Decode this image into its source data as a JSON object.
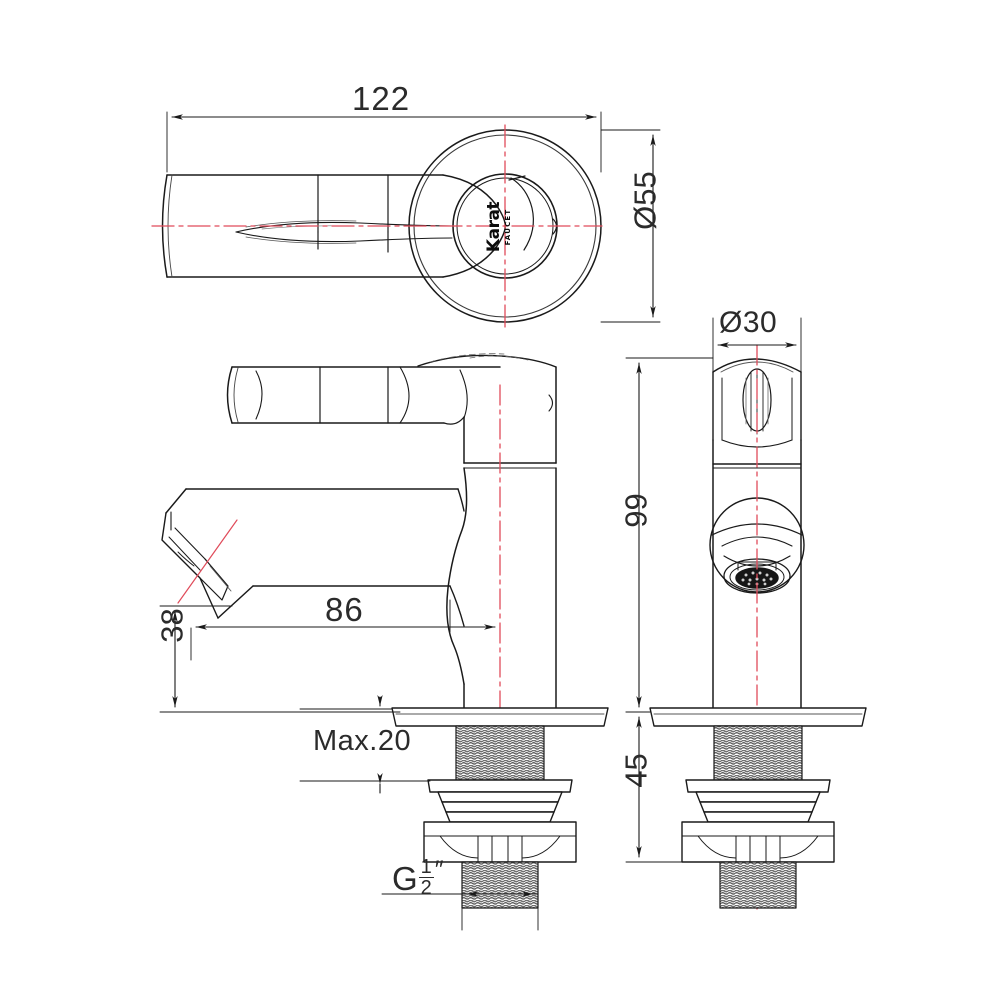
{
  "document": {
    "type": "technical-drawing",
    "subject": "Single-lever basin mixer faucet",
    "projection": "third-angle orthographic",
    "units": "mm",
    "background_color": "#ffffff",
    "line_color": "#1a1a1a",
    "centerline_color": "#e04b5a",
    "hatch_color": "#7a7a7a"
  },
  "brand": {
    "name": "Karat",
    "subtitle": "FAUCET"
  },
  "views": [
    {
      "id": "top-view",
      "label": "Top view of lever handle and escutcheon"
    },
    {
      "id": "side-view",
      "label": "Side elevation of faucet body"
    },
    {
      "id": "front-view",
      "label": "Front elevation of faucet body"
    }
  ],
  "dimensions": {
    "overall_length": {
      "value": "122",
      "view": "top-view",
      "orientation": "horizontal"
    },
    "cap_diameter": {
      "value": "Ø55",
      "view": "top-view",
      "orientation": "vertical"
    },
    "body_diameter": {
      "value": "Ø30",
      "view": "front-view",
      "orientation": "horizontal"
    },
    "overall_height": {
      "value": "99",
      "view": "front-view",
      "orientation": "vertical"
    },
    "spout_reach": {
      "value": "86",
      "view": "side-view",
      "orientation": "horizontal"
    },
    "spout_height": {
      "value": "38",
      "view": "side-view",
      "orientation": "vertical"
    },
    "shank_length": {
      "value": "45",
      "view": "front-view",
      "orientation": "vertical"
    },
    "max_deck_thickness": {
      "value": "Max.20",
      "view": "side-view",
      "orientation": "vertical"
    },
    "inlet_thread": {
      "letter": "G",
      "numerator": "1",
      "denominator": "2",
      "inch_mark": "″",
      "full": "G1/2″",
      "view": "side-view"
    }
  }
}
